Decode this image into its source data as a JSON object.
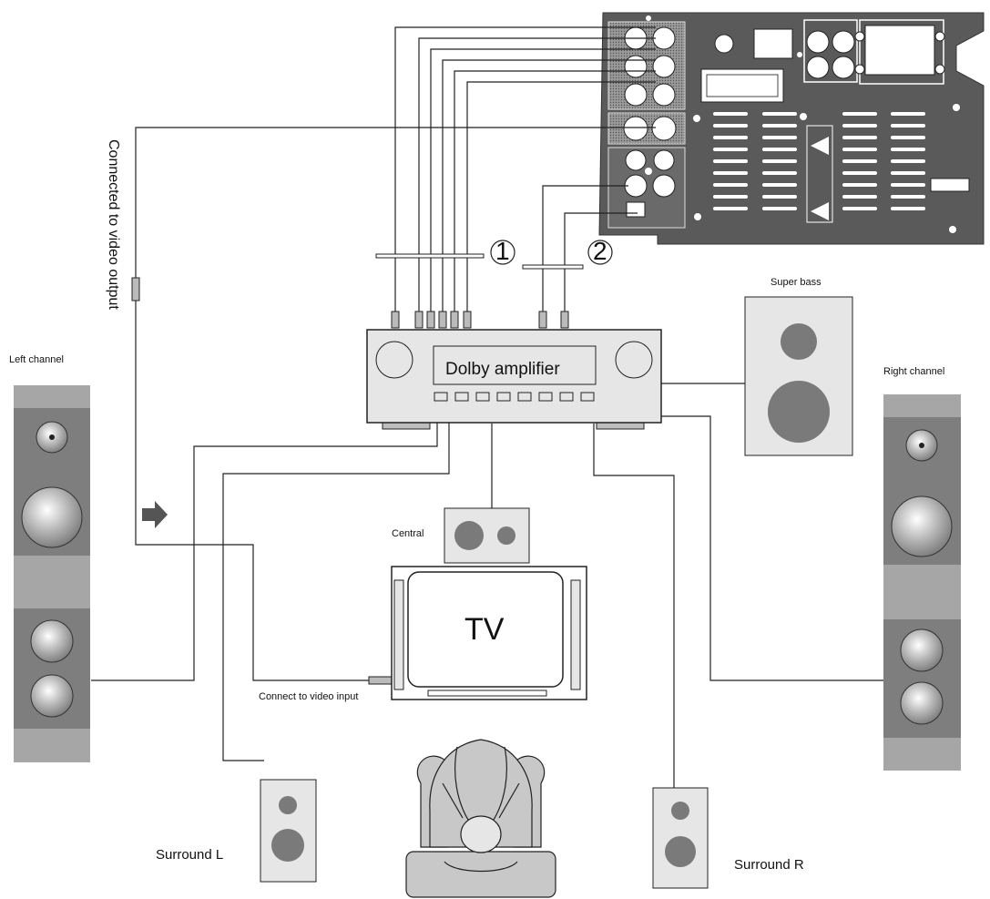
{
  "labels": {
    "video_output": "Connected to video output",
    "left_channel": "Left channel",
    "right_channel": "Right channel",
    "super_bass": "Super bass",
    "amplifier": "Dolby amplifier",
    "central": "Central",
    "tv": "TV",
    "video_input": "Connect to video input",
    "surround_l": "Surround L",
    "surround_r": "Surround R",
    "bundle_1": "1",
    "bundle_2": "2"
  },
  "colors": {
    "panel": "#5a5a5a",
    "speaker_dark": "#7e7e7e",
    "speaker_light": "#a6a6a6",
    "box_fill": "#e6e6e6",
    "driver": "#7a7a7a",
    "wire": "#222222"
  }
}
